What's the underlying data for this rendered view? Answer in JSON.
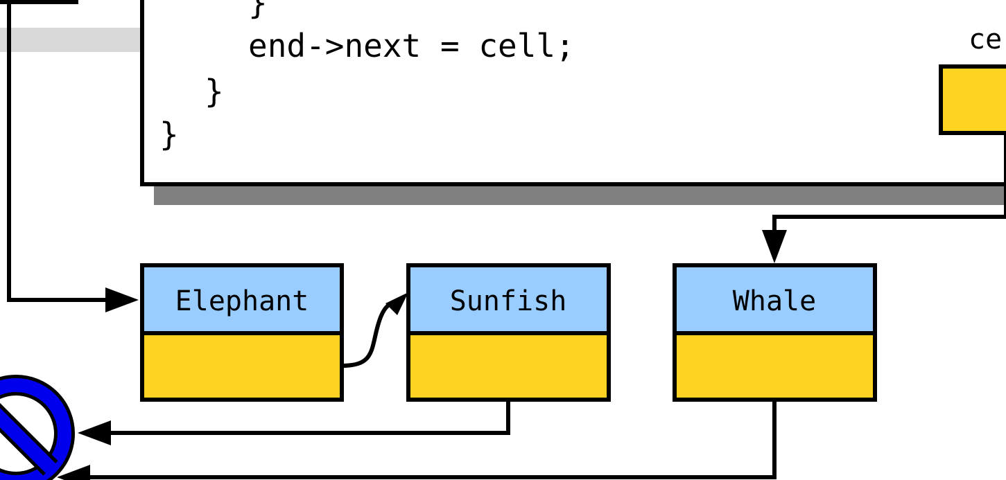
{
  "code": {
    "lines": [
      "}",
      "end->next = cell;",
      "}",
      "}"
    ]
  },
  "variables": {
    "cell_label": "ce"
  },
  "nodes": [
    {
      "label": "Elephant"
    },
    {
      "label": "Sunfish"
    },
    {
      "label": "Whale"
    }
  ],
  "null_symbol": "null-pointer",
  "colors": {
    "node_value": "#99ccff",
    "node_pointer": "#ffd321",
    "null_symbol": "#0000ee",
    "code_shadow": "#808080",
    "outline": "#000000"
  }
}
